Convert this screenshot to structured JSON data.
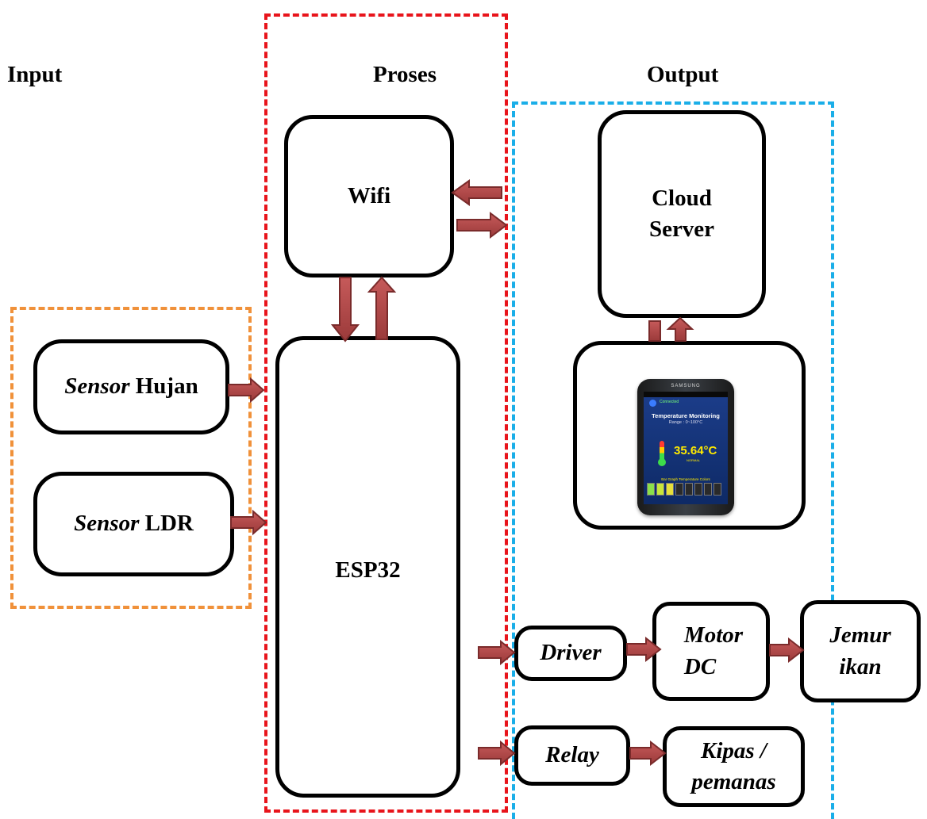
{
  "headers": {
    "input": "Input",
    "proses": "Proses",
    "output": "Output"
  },
  "blocks": {
    "wifi": "Wifi",
    "cloud_server_line1": "Cloud",
    "cloud_server_line2": "Server",
    "sensor_hujan_prefix": "Sensor",
    "sensor_hujan_suffix": " Hujan",
    "sensor_ldr_prefix": "Sensor",
    "sensor_ldr_suffix": " LDR",
    "esp32": "ESP32",
    "driver": "Driver",
    "motor_dc_line1": "Motor",
    "motor_dc_line2": "DC",
    "jemur_ikan_line1": "Jemur",
    "jemur_ikan_line2": "ikan",
    "relay": "Relay",
    "kipas_line1": "Kipas /",
    "kipas_line2": "pemanas"
  },
  "phone_screen": {
    "brand": "SAMSUNG",
    "status": "Connected",
    "title": "Temperature Monitoring",
    "range": "Range : 0~100°C",
    "temperature": "35.64°C",
    "state": "NORMAL",
    "graph_label": "Bar Graph Temperature Colors"
  },
  "colors": {
    "proses_border": "#e8141b",
    "output_border": "#1aaee8",
    "input_border": "#f0913a",
    "arrow_fill": "#b5494a",
    "arrow_stroke": "#7a2b2b"
  }
}
